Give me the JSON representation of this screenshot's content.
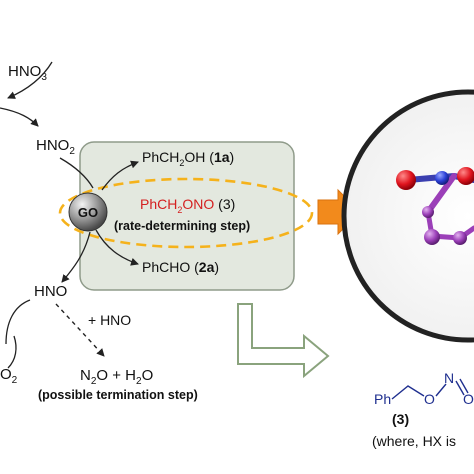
{
  "labels": {
    "hno3_main": "HNO",
    "hno3_sub": "3",
    "hno2_main": "HNO",
    "hno2_sub": "2",
    "phch2oh_a": "PhCH",
    "phch2oh_sub": "2",
    "phch2oh_b": "OH (",
    "phch2oh_num": "1a",
    "phch2oh_c": ")",
    "phch2ono_a": "PhCH",
    "phch2ono_sub": "2",
    "phch2ono_b": "ONO",
    "phch2ono_num": " (3)",
    "rate_determining": "(rate-determining step)",
    "go": "GO",
    "phcho_a": "PhCHO (",
    "phcho_num": "2a",
    "phcho_c": ")",
    "hno": "HNO",
    "plus_hno": "+ HNO",
    "n2o_a": "N",
    "n2o_sub": "2",
    "n2o_b": "O + H",
    "h2o_sub": "2",
    "n2o_c": "O",
    "termination": "(possible termination step)",
    "left_o2_sub": "2",
    "structure_ph": "Ph",
    "structure_o": "O",
    "structure_n": "N",
    "structure_o2": "O",
    "structure_num": "(3)",
    "where_text": "(where, HX is"
  },
  "colors": {
    "accent_red": "#d42020",
    "structure_blue": "#1f2f8f",
    "dashed_orange": "#f5b21b",
    "arrow_orange": "#f28a1c",
    "box_fill": "#e3e8df",
    "go_gray": "#7a7a7a",
    "atom_red": "#e0141e",
    "atom_blue": "#2a3fd6",
    "atom_purple": "#9b3fb8"
  },
  "icons": {
    "hollow_arrow": "hollow-bent-arrow-icon",
    "orange_arrow": "orange-right-arrow-icon",
    "go_sphere": "go-sphere-icon"
  }
}
